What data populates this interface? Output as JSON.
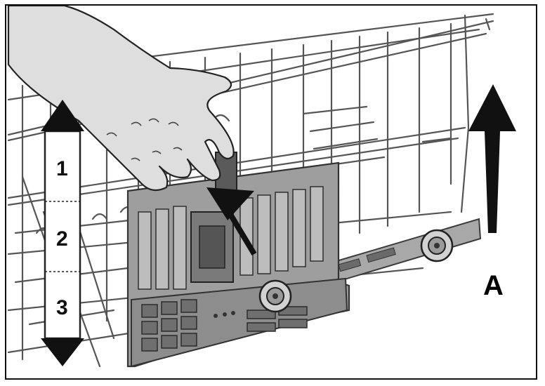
{
  "figure": {
    "callout_letter": "A",
    "scale": {
      "positions": [
        "1",
        "2",
        "3"
      ]
    }
  },
  "colors": {
    "background": "#ffffff",
    "wire": "#555555",
    "rail_body": "#9a9a9a",
    "rail_shadow": "#5e5e5e",
    "hand": "#dedede",
    "arrow": "#111111"
  },
  "icons": {
    "up_arrow": "up-arrow-icon",
    "adjust_arrow": "adjust-arrow-icon",
    "scale_arrow": "double-arrow-icon"
  }
}
